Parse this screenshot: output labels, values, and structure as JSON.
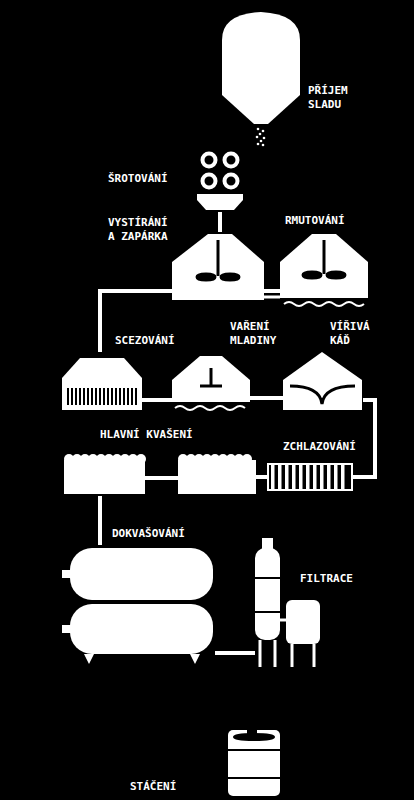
{
  "diagram": {
    "nodes": [
      {
        "text": [
          "PŘÍJEM SLADU"
        ]
      },
      {
        "text": [
          "ŠROTOVÁNÍ"
        ]
      },
      {
        "text": [
          "VYSTÍRÁNÍ A ZAPÁRKA"
        ]
      },
      {
        "text": [
          "RMUTOVÁNÍ"
        ]
      },
      {
        "text": [
          "SCEZOVÁNÍ"
        ]
      },
      {
        "text": [
          "VAŘENÍ MLADINY"
        ]
      },
      {
        "text": [
          "VÍŘIVÁ KÁĎ"
        ]
      },
      {
        "text": [
          "ZCHLAZOVÁNÍ"
        ]
      },
      {
        "text": [
          "HLAVNÍ KVAŠENÍ"
        ]
      },
      {
        "text": [
          "DOKVAŠOVÁNÍ"
        ]
      },
      {
        "text": [
          "FILTRACE"
        ]
      },
      {
        "text": [
          "STÁČENÍ"
        ]
      }
    ],
    "edges": [
      {
        "from": 1,
        "to": 2,
        "arrow": "none"
      },
      {
        "from": 2,
        "to": 3,
        "arrow": "none"
      },
      {
        "from": 2,
        "to": 4,
        "arrow": "none"
      },
      {
        "from": 4,
        "to": 5,
        "arrow": "none"
      },
      {
        "from": 5,
        "to": 6,
        "arrow": "none"
      },
      {
        "from": 6,
        "to": 7,
        "arrow": "none"
      },
      {
        "from": 7,
        "to": 8,
        "arrow": "none"
      },
      {
        "from": 8,
        "to": 9,
        "arrow": "none"
      },
      {
        "from": 9,
        "to": 10,
        "arrow": "none"
      }
    ]
  }
}
